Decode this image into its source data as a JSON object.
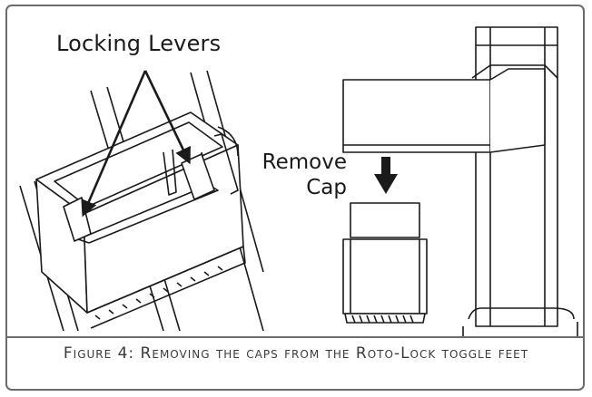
{
  "labels": {
    "locking_levers": "Locking Levers",
    "remove_cap_line1": "Remove",
    "remove_cap_line2": "Cap"
  },
  "caption": "Figure 4: Removing the caps from the Roto-Lock toggle feet",
  "colors": {
    "line": "#1a1a1a",
    "frame": "#6b6b6b",
    "background": "#ffffff"
  }
}
